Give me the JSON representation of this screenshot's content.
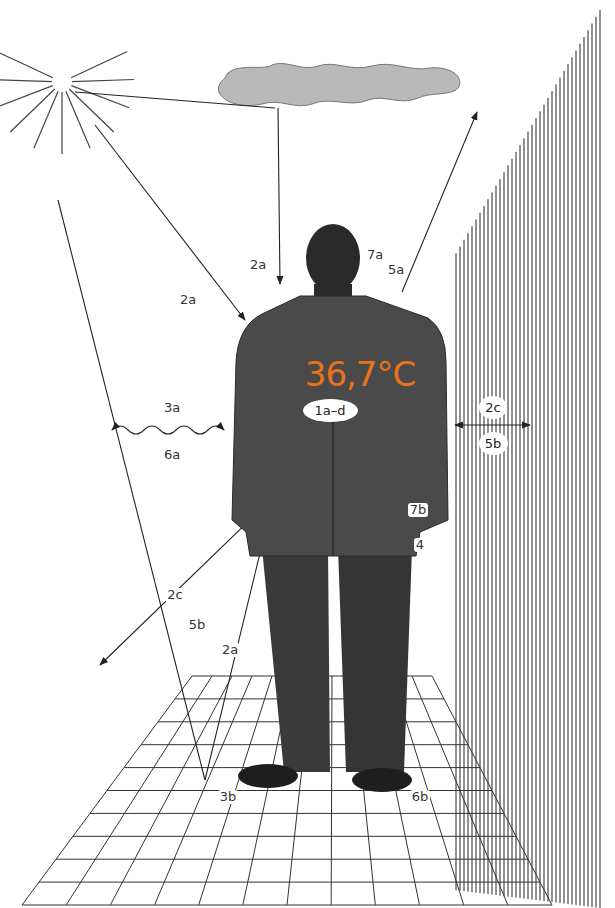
{
  "diagram": {
    "nodes": [
      {
        "text": [
          "1a–d"
        ]
      },
      {
        "text": [
          "2c"
        ]
      },
      {
        "text": [
          "5b"
        ]
      }
    ],
    "labels": [
      "2a",
      "2a",
      "7a",
      "5a",
      "36,7°C",
      "3a",
      "6a",
      "7b",
      "4",
      "2c",
      "5b",
      "2a",
      "3b",
      "6b"
    ]
  }
}
